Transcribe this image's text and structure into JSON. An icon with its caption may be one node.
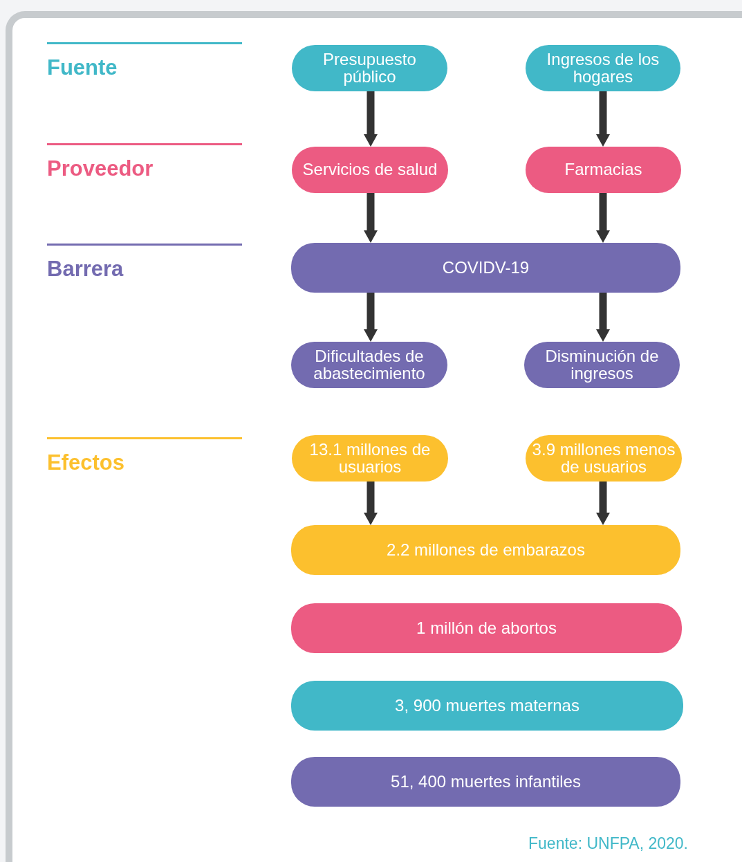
{
  "diagram": {
    "caption": "Fuente: UNFPA, 2020.",
    "nodes": [
      {
        "text": [
          "Presupuesto público"
        ]
      },
      {
        "text": [
          "Ingresos de los hogares"
        ]
      },
      {
        "text": [
          "Servicios de salud"
        ]
      },
      {
        "text": [
          "Farmacias"
        ]
      },
      {
        "text": [
          "COVIDV-19"
        ]
      },
      {
        "text": [
          "Dificultades de abastecimiento"
        ]
      },
      {
        "text": [
          "Disminución de ingresos"
        ]
      },
      {
        "text": [
          "13.1 millones de usuarios"
        ]
      },
      {
        "text": [
          "3.9 millones menos de usuarios"
        ]
      },
      {
        "text": [
          "2.2 millones de embarazos"
        ]
      },
      {
        "text": [
          "1 millón de abortos"
        ]
      },
      {
        "text": [
          "3, 900 muertes maternas"
        ]
      },
      {
        "text": [
          "51, 400 muertes infantiles"
        ]
      }
    ],
    "edges": [
      {
        "from": 0,
        "to": 2,
        "arrow": "to"
      },
      {
        "from": 1,
        "to": 3,
        "arrow": "to"
      },
      {
        "from": 2,
        "to": 4,
        "arrow": "to"
      },
      {
        "from": 3,
        "to": 4,
        "arrow": "to"
      },
      {
        "from": 4,
        "to": 5,
        "arrow": "to"
      },
      {
        "from": 4,
        "to": 6,
        "arrow": "to"
      },
      {
        "from": 7,
        "to": 9,
        "arrow": "to"
      },
      {
        "from": 8,
        "to": 9,
        "arrow": "to"
      }
    ],
    "labels": [
      "Fuente",
      "Proveedor",
      "Barrera",
      "Efectos"
    ]
  }
}
